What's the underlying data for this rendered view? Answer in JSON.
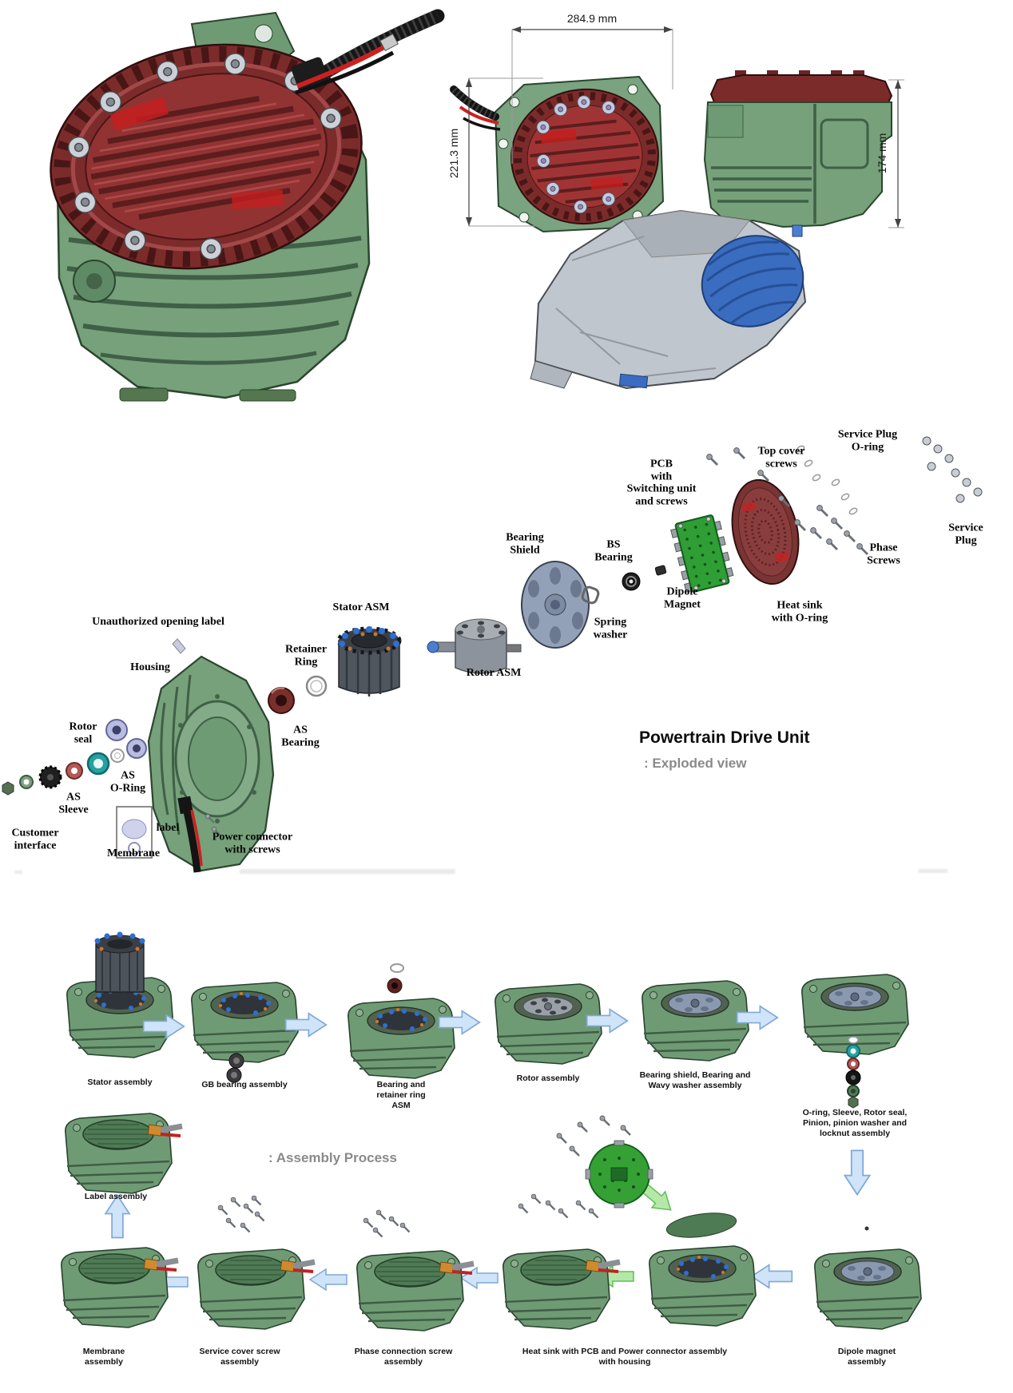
{
  "header": {
    "exploded_title": "Powertrain Drive Unit",
    "exploded_subtitle": ": Exploded view",
    "assembly_title": ": Assembly Process"
  },
  "dimensions": {
    "front_width": "284.9 mm",
    "front_height": "221.3 mm",
    "side_height": "174 mm"
  },
  "exploded": {
    "labels": [
      {
        "id": "unauthorized-opening-label",
        "text": "Unauthorized opening label"
      },
      {
        "id": "housing",
        "text": "Housing"
      },
      {
        "id": "stator-asm",
        "text": "Stator ASM"
      },
      {
        "id": "retainer-ring",
        "text": "Retainer\nRing"
      },
      {
        "id": "rotor-seal",
        "text": "Rotor\nseal"
      },
      {
        "id": "as-bearing",
        "text": "AS\nBearing"
      },
      {
        "id": "as-o-ring",
        "text": "AS\nO-Ring"
      },
      {
        "id": "as-sleeve",
        "text": "AS\nSleeve"
      },
      {
        "id": "customer-interface",
        "text": "Customer\ninterface"
      },
      {
        "id": "membrane",
        "text": "Membrane"
      },
      {
        "id": "label",
        "text": "label"
      },
      {
        "id": "power-connector",
        "text": "Power connector\nwith screws"
      },
      {
        "id": "rotor-asm",
        "text": "Rotor ASM"
      },
      {
        "id": "bearing-shield",
        "text": "Bearing\nShield"
      },
      {
        "id": "bs-bearing",
        "text": "BS\nBearing"
      },
      {
        "id": "spring-washer",
        "text": "Spring\nwasher"
      },
      {
        "id": "pcb",
        "text": "PCB\nwith\nSwitching unit\nand screws"
      },
      {
        "id": "dipole-magnet",
        "text": "Dipole\nMagnet"
      },
      {
        "id": "top-cover-screws",
        "text": "Top cover\nscrews"
      },
      {
        "id": "heat-sink",
        "text": "Heat sink\nwith O-ring"
      },
      {
        "id": "service-plug-o-ring",
        "text": "Service Plug\nO-ring"
      },
      {
        "id": "phase-screws",
        "text": "Phase\nScrews"
      },
      {
        "id": "service-plug",
        "text": "Service\nPlug"
      }
    ]
  },
  "assembly": {
    "row1": [
      "Stator assembly",
      "GB bearing assembly",
      "Bearing and\nretainer ring\nASM",
      "Rotor assembly",
      "Bearing shield, Bearing and\nWavy washer assembly",
      "O-ring, Sleeve, Rotor seal,\nPinion, pinion washer and\nlocknut assembly"
    ],
    "row2": [
      "Label assembly",
      "Membrane\nassembly",
      "Service cover screw\nassembly",
      "Phase connection screw\nassembly",
      "Heat sink with PCB and Power connector assembly\nwith housing",
      "Dipole magnet\nassembly"
    ]
  },
  "colors": {
    "housing_green": "#76a17a",
    "cover_red": "#7c2b2b",
    "pcb_green": "#2f9e35",
    "arrow_blue": "#cfe4f8",
    "arrow_green": "#b5e8a8",
    "cad_blue": "#3a6cc0",
    "subtitle_gray": "#8a8a8a"
  }
}
